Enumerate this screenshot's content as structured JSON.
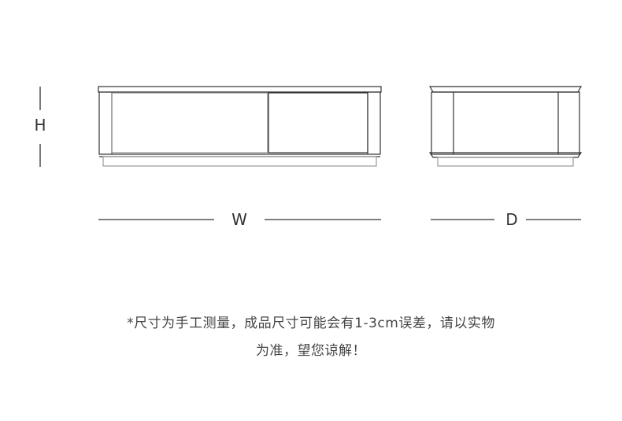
{
  "dimensions": {
    "height_label": "H",
    "width_label": "W",
    "depth_label": "D"
  },
  "note": {
    "line1": "*尺寸为手工测量，成品尺寸可能会有1-3cm误差，请以实物",
    "line2": "为准，望您谅解！"
  },
  "colors": {
    "line": "#333333",
    "panel_edge": "#9a9a9a"
  }
}
